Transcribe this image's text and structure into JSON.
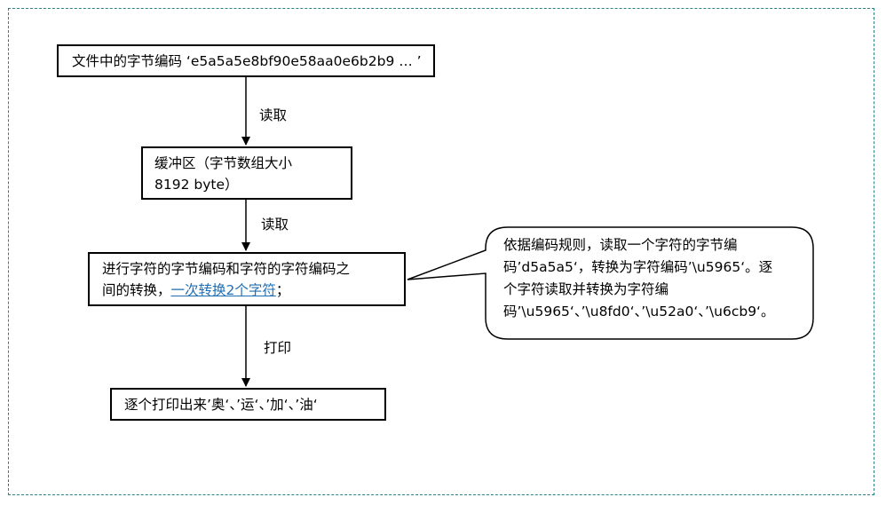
{
  "nodes": {
    "file_bytes": {
      "text": "文件中的字节编码 ‘e5a5a5e8bf90e58aa0e6b2b9 … ’"
    },
    "buffer": {
      "line1": "缓冲区（字节数组大小",
      "line2": "8192 byte）"
    },
    "convert": {
      "line1": "进行字符的字节编码和字符的字符编码之",
      "line2_prefix": "间的转换，",
      "line2_link": "一次转换2个字符",
      "line2_suffix": "；"
    },
    "print": {
      "text": "逐个打印出来’奥‘、’运‘、’加‘、’油‘"
    }
  },
  "edges": {
    "read1": "读取",
    "read2": "读取",
    "print_label": "打印"
  },
  "callout": {
    "lines": [
      "依据编码规则，读取一个字符的字节编",
      "码’d5a5a5‘，转换为字符编码’\\u5965‘。逐",
      "个字符读取并转换为字符编",
      "码’\\u5965‘、’\\u8fd0‘、’\\u52a0‘、’\\u6cb9‘。"
    ]
  }
}
